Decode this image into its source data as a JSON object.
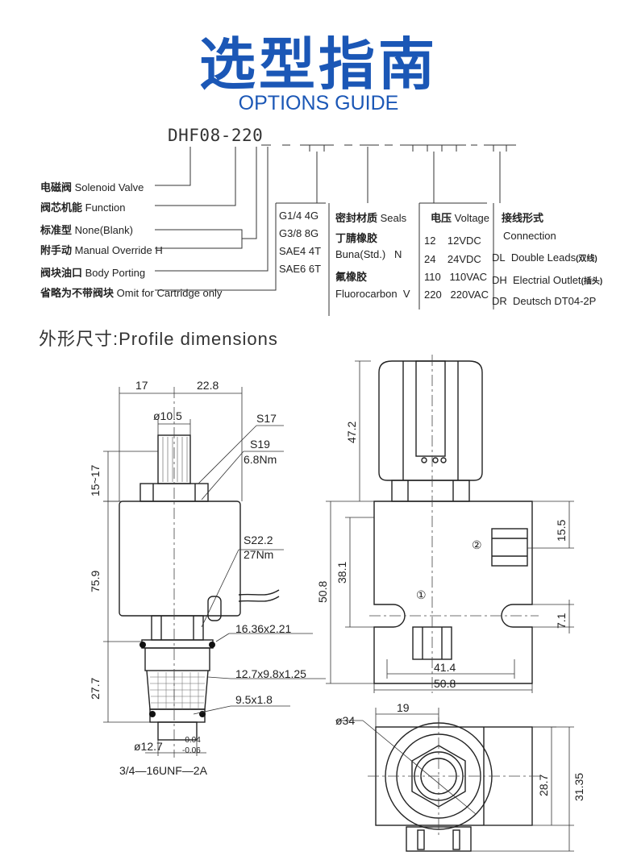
{
  "header": {
    "title_cn": "选型指南",
    "title_en": "OPTIONS GUIDE"
  },
  "model_code": {
    "code": "DHF08-220",
    "dashes": "_ - _ _ - - _ _ _ - _ _"
  },
  "options_left": [
    {
      "cn": "电磁阀",
      "en": "Solenoid Valve"
    },
    {
      "cn": "阀芯机能",
      "en": "Function"
    },
    {
      "cn": "标准型",
      "en": "None(Blank)"
    },
    {
      "cn": "附手动",
      "en": "Manual Override  H"
    },
    {
      "cn": "阀块油口",
      "en": "Body Porting"
    },
    {
      "cn": "省略为不带阀块",
      "en": "Omit for Cartridge only"
    }
  ],
  "porting": [
    "G1/4  4G",
    "G3/8  8G",
    "SAE4  4T",
    "SAE6  6T"
  ],
  "seals": {
    "title_cn": "密封材质",
    "title_en": "Seals",
    "items": [
      {
        "cn": "丁腈橡胶",
        "en": "Buna(Std.)",
        "code": "N"
      },
      {
        "cn": "氟橡胶",
        "en": "Fluorocarbon",
        "code": "V"
      }
    ]
  },
  "voltage": {
    "title_cn": "电压",
    "title_en": "Voltage",
    "items": [
      "12    12VDC",
      "24    24VDC",
      "110   110VAC",
      "220   220VAC"
    ]
  },
  "connection": {
    "title_cn": "接线形式",
    "title_en": "Connection",
    "items": [
      {
        "code": "DL",
        "en": "Double Leads",
        "cn": "(双线)"
      },
      {
        "code": "DH",
        "en": "Electrial Outlet",
        "cn": "(插头)"
      },
      {
        "code": "DR",
        "en": "Deutsch DT04-2P",
        "cn": ""
      }
    ]
  },
  "profile": {
    "title": "外形尺寸:Profile dimensions"
  },
  "dims_left": {
    "w17": "17",
    "w228": "22.8",
    "d105": "ø10.5",
    "s17": "S17",
    "s19": "S19",
    "nm68": "6.8Nm",
    "h1517": "15~17",
    "s222": "S22.2",
    "nm27": "27Nm",
    "h759": "75.9",
    "oring1": "16.36x2.21",
    "oring2": "12.7x9.8x1.25",
    "h277": "27.7",
    "oring3": "9.5x1.8",
    "d127": "ø12.7",
    "tol_up": "-0.04",
    "tol_dn": "-0.06",
    "thread": "3/4—16UNF—2A"
  },
  "dims_right": {
    "h472": "47.2",
    "h155": "15.5",
    "port2": "②",
    "h381": "38.1",
    "h508v": "50.8",
    "port1": "①",
    "h71": "7.1",
    "w414": "41.4",
    "w508": "50.8"
  },
  "dims_bottom": {
    "w19": "19",
    "d34": "ø34",
    "h287": "28.7",
    "h3135": "31.35"
  }
}
